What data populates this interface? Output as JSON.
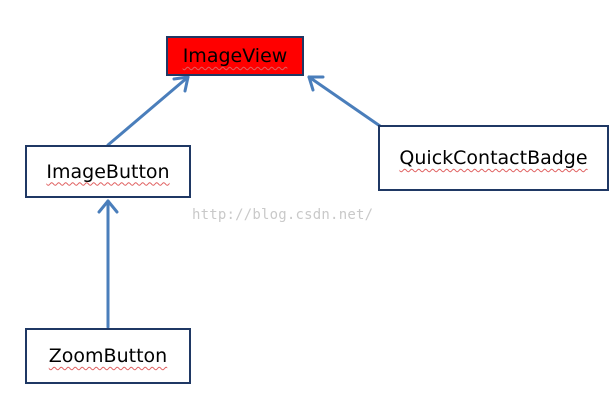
{
  "diagram": {
    "nodes": {
      "imageview": {
        "label": "ImageView",
        "fill": "#ff0000"
      },
      "imagebutton": {
        "label": "ImageButton",
        "fill": "#ffffff"
      },
      "quickcontactbadge": {
        "label": "QuickContactBadge",
        "fill": "#ffffff"
      },
      "zoombutton": {
        "label": "ZoomButton",
        "fill": "#ffffff"
      }
    },
    "edges": [
      {
        "from": "imagebutton",
        "to": "imageview"
      },
      {
        "from": "quickcontactbadge",
        "to": "imageview"
      },
      {
        "from": "zoombutton",
        "to": "imagebutton"
      }
    ],
    "colors": {
      "box_border": "#1f3864",
      "arrow": "#4a7ebb",
      "root_fill": "#ff0000"
    }
  },
  "watermark": "http://blog.csdn.net/"
}
